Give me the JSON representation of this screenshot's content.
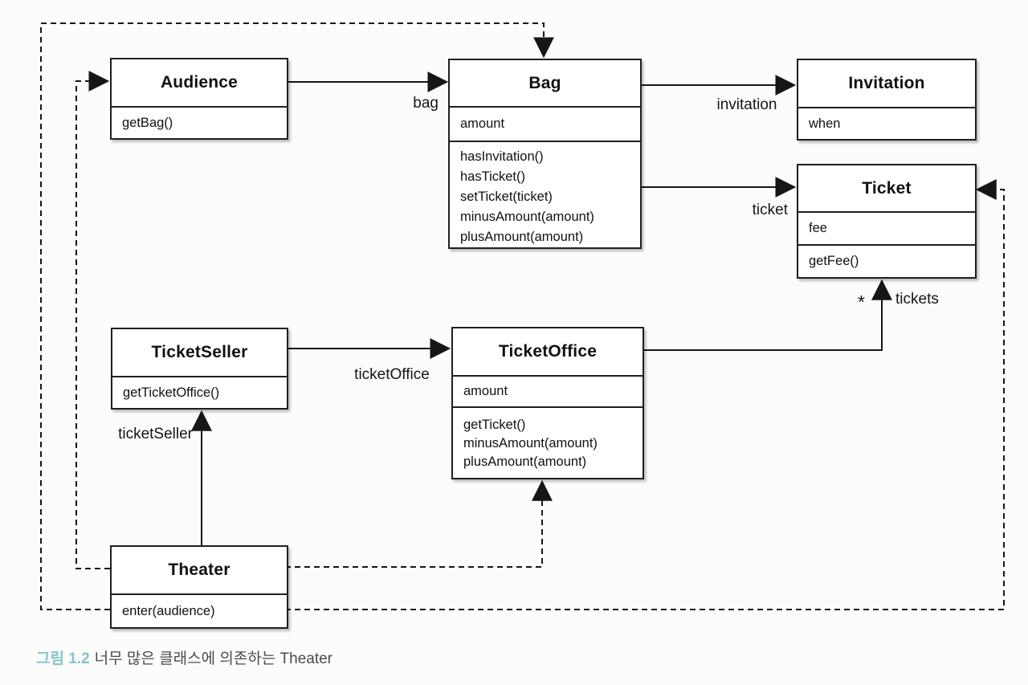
{
  "diagram_type": "uml-class-diagram",
  "classes": {
    "audience": {
      "name": "Audience",
      "attributes": [],
      "methods": [
        "getBag()"
      ]
    },
    "bag": {
      "name": "Bag",
      "attributes": [
        "amount"
      ],
      "methods": [
        "hasInvitation()",
        "hasTicket()",
        "setTicket(ticket)",
        "minusAmount(amount)",
        "plusAmount(amount)"
      ]
    },
    "invitation": {
      "name": "Invitation",
      "attributes": [
        "when"
      ],
      "methods": []
    },
    "ticket": {
      "name": "Ticket",
      "attributes": [
        "fee"
      ],
      "methods": [
        "getFee()"
      ]
    },
    "ticket_seller": {
      "name": "TicketSeller",
      "attributes": [],
      "methods": [
        "getTicketOffice()"
      ]
    },
    "ticket_office": {
      "name": "TicketOffice",
      "attributes": [
        "amount"
      ],
      "methods": [
        "getTicket()",
        "minusAmount(amount)",
        "plusAmount(amount)"
      ]
    },
    "theater": {
      "name": "Theater",
      "attributes": [],
      "methods": [
        "enter(audience)"
      ]
    }
  },
  "edge_labels": {
    "bag": "bag",
    "invitation": "invitation",
    "ticket": "ticket",
    "ticket_office": "ticketOffice",
    "ticket_seller": "ticketSeller",
    "tickets": "tickets",
    "tickets_multiplicity": "*"
  },
  "caption": {
    "figure_label": "그림 1.2",
    "text": "너무 많은 클래스에 의존하는 Theater"
  },
  "colors": {
    "line": "#161616",
    "box_border": "#1f1f1f",
    "box_fill": "#ffffff",
    "background": "#fcfcfa",
    "caption_accent": "#84c5ca",
    "caption_text": "#4b4b4b"
  }
}
